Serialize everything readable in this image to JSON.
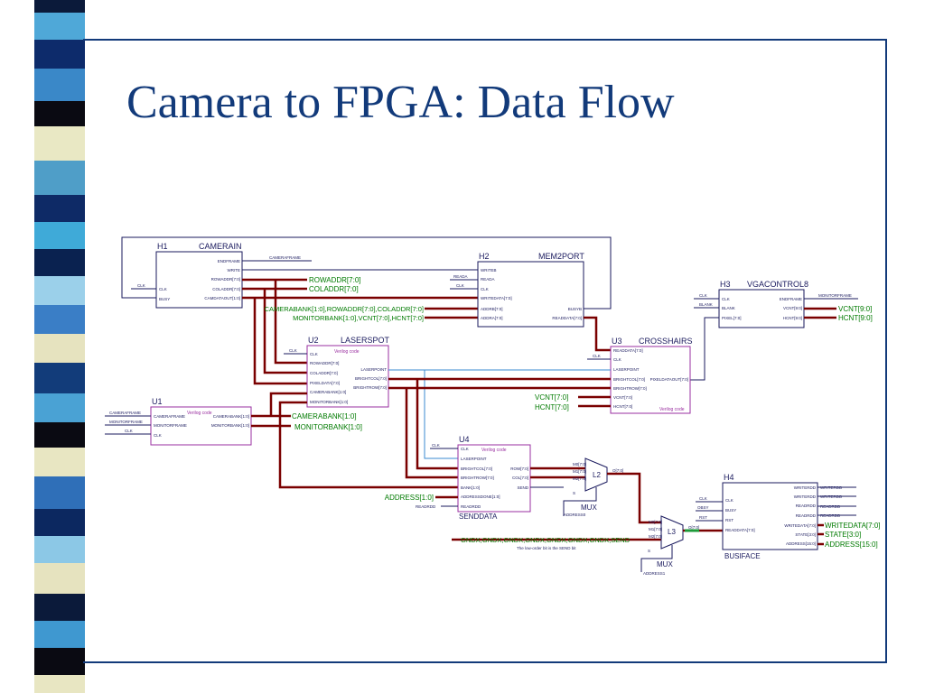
{
  "slide": {
    "title": "Camera to FPGA: Data Flow"
  },
  "colors": {
    "title": "#123a7a",
    "wire": "#7a0000",
    "label_green": "#007a00",
    "box": "#1a1a5e",
    "verilog_box": "#9a2fa0"
  },
  "blocks": {
    "h1": {
      "ref": "H1",
      "name": "CAMERAIN",
      "left_pins": [
        "CLK",
        "BUSY"
      ],
      "right_pins": [
        "ENDFRAME",
        "WRITE",
        "ROWADDR[7:0]",
        "COLADDR[7:0]",
        "CAMDATAOUT[1:0]"
      ],
      "in_labels": [
        "CLK"
      ],
      "out_labels": [
        "CAMERAFRAME"
      ]
    },
    "h2": {
      "ref": "H2",
      "name": "MEM2PORT",
      "left_pins": [
        "WRITEB",
        "READA",
        "CLK",
        "WRITEDATA[7:0]",
        "ADDRB[7:0]",
        "ADDRA[7:0]"
      ],
      "right_pins": [
        "BUSYB",
        "READDATA[7:0]"
      ],
      "in_labels": [
        "READA",
        "CLK"
      ]
    },
    "h3": {
      "ref": "H3",
      "name": "VGACONTROL8",
      "left_pins": [
        "CLK",
        "BLANK",
        "PIXEL[7:0]"
      ],
      "right_pins": [
        "ENDFRAME",
        "VCNT[9:0]",
        "HCNT[9:0]"
      ],
      "in_labels": [
        "CLK",
        "BLANK"
      ],
      "out_labels": [
        "MONITORFRAME",
        "VCNT[9:0]",
        "HCNT[9:0]"
      ]
    },
    "u2": {
      "ref": "U2",
      "name": "LASERSPOT",
      "note": "Verilog code",
      "left_pins": [
        "CLK",
        "ROWADDR[7:0]",
        "COLADDR[7:0]",
        "PIXELDATA[7:0]",
        "CAMERABANK[1:0]",
        "MONITORBANK[1:0]"
      ],
      "right_pins": [
        "LASERPOINT",
        "BRIGHTCOL[7:0]",
        "BRIGHTROW[7:0]"
      ],
      "in_labels": [
        "CLK"
      ]
    },
    "u3": {
      "ref": "U3",
      "name": "CROSSHAIRS",
      "note": "Verilog code",
      "left_pins": [
        "READDATA[7:0]",
        "CLK",
        "LASERPOINT",
        "BRIGHTCOL[7:0]",
        "BRIGHTROW[7:0]",
        "VCNT[7:0]",
        "HCNT[7:0]"
      ],
      "right_pins": [
        "PIXELDATAOUT[7:0]"
      ],
      "in_labels": [
        "CLK",
        "VCNT[7:0]",
        "HCNT[7:0]"
      ]
    },
    "u1": {
      "ref": "U1",
      "name": "",
      "note": "Verilog code",
      "left_pins": [
        "CAMERAFRAME",
        "MONITORFRAME",
        "CLK"
      ],
      "right_pins": [
        "CAMERABANK[1:0]",
        "MONITORBANK[1:0]"
      ],
      "in_labels": [
        "CAMERAFRAME",
        "MONITORFRAME",
        "CLK"
      ],
      "out_labels": [
        "CAMERABANK[1:0]",
        "MONITORBANK[1:0]"
      ]
    },
    "u4": {
      "ref": "U4",
      "name": "SENDDATA",
      "note": "Verilog code",
      "left_pins": [
        "CLK",
        "LASERPOINT",
        "BRIGHTCOL[7:0]",
        "BRIGHTROW[7:0]",
        "BANK[1:0]",
        "ADDRESSDONE[1:0]",
        "READRDD"
      ],
      "right_pins": [
        "ROW[7:0]",
        "COL[7:0]",
        "SEND"
      ],
      "in_labels": [
        "CLK",
        "ADDRESS[1:0]",
        "READRDD"
      ]
    },
    "l2": {
      "ref": "L2",
      "name": "MUX",
      "pins": [
        "M0[7:0]",
        "M1[7:0]",
        "M2[7:0]",
        "O[7:0]",
        "S"
      ],
      "sel_label": "ADDRESS0"
    },
    "l3": {
      "ref": "L3",
      "name": "MUX",
      "pins": [
        "M0[7:0]",
        "M1[7:0]",
        "M2[7:0]",
        "O[7:0]",
        "S"
      ],
      "sel_label": "ADDRESS1"
    },
    "h4": {
      "ref": "H4",
      "name": "BUSIFACE",
      "left_pins": [
        "CLK",
        "BUSY",
        "RST",
        "READDATA[7:0]"
      ],
      "right_pins": [
        "WRITERDD",
        "WRITERDD",
        "READRDD",
        "READRDD",
        "WRITEDATA[7:0]",
        "STATE[3:0]",
        "ADDRESS[15:0]"
      ],
      "in_labels": [
        "CLK",
        "OBSY",
        "RST"
      ],
      "out_labels": [
        "WRITERDD",
        "WRITERDD",
        "READRDD",
        "READRDD",
        "WRITEDATA[7:0]",
        "STATE[3:0]",
        "ADDRESS[15:0]"
      ]
    }
  },
  "nets": {
    "rowaddr": "ROWADDR[7:0]",
    "coladdr": "COLADDR[7:0]",
    "bus1": "CAMERABANK[1:0],ROWADDR[7:0],COLADDR[7:0]",
    "bus2": "MONITORBANK[1:0],VCNT[7:0],HCNT[7:0]",
    "camerabank": "CAMERABANK[1:0]",
    "monitorbank": "MONITORBANK[1:0]",
    "gnd_bus": "GNDX,GNDX,GNDX,GNDX,GNDX,GNDX,GNDX,SEND",
    "gnd_note": "The low-order bit is the SEND bit"
  }
}
